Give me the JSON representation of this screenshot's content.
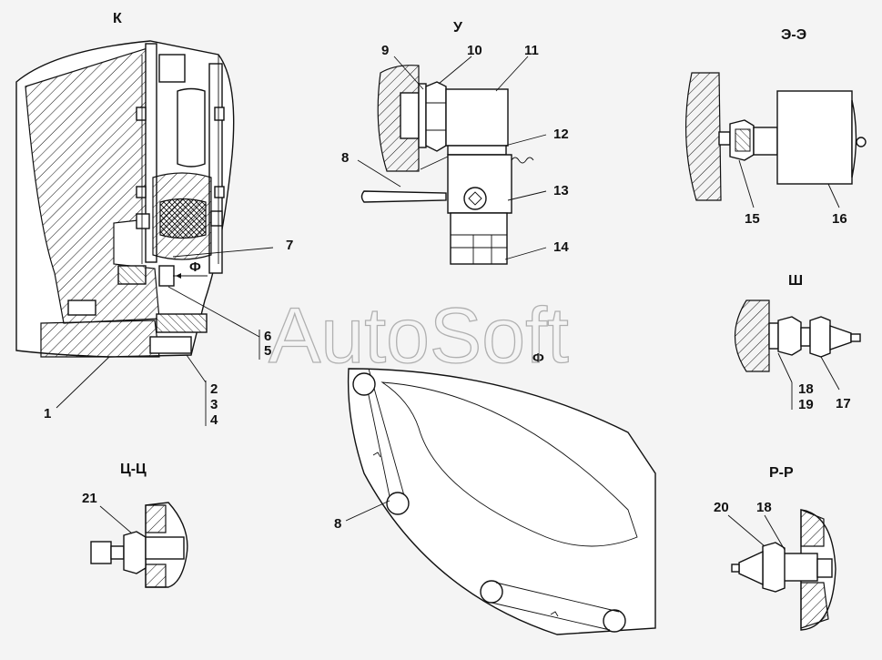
{
  "titles": {
    "k": "К",
    "u": "У",
    "ee": "Э-Э",
    "sh": "Ш",
    "tsts": "Ц-Ц",
    "rr": "Р-Р",
    "f_view": "Ф"
  },
  "watermark": "AutoSoft",
  "labels": {
    "l1": "1",
    "l2": "2",
    "l3": "3",
    "l4": "4",
    "l5": "5",
    "l6": "6",
    "l7": "7",
    "l8a": "8",
    "l8b": "8",
    "l9": "9",
    "l10": "10",
    "l11": "11",
    "l12": "12",
    "l13": "13",
    "l14": "14",
    "l15": "15",
    "l16": "16",
    "l17": "17",
    "l18a": "18",
    "l18b": "18",
    "l19": "19",
    "l20": "20",
    "l21": "21",
    "f_arrow": "Ф"
  }
}
